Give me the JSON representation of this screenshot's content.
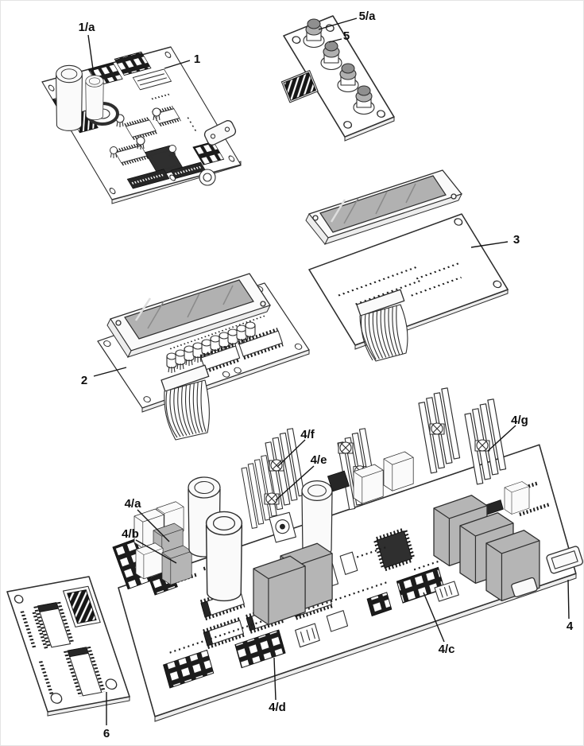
{
  "figure": {
    "type": "exploded-parts-diagram",
    "subject": "printed circuit board assemblies",
    "labels": {
      "l1": "1",
      "l1a": "1/a",
      "l2": "2",
      "l3": "3",
      "l4": "4",
      "l4a": "4/a",
      "l4b": "4/b",
      "l4c": "4/c",
      "l4d": "4/d",
      "l4e": "4/e",
      "l4f": "4/f",
      "l4g": "4/g",
      "l5": "5",
      "l5a": "5/a",
      "l6": "6"
    },
    "colors": {
      "ink": "#2e2e2e",
      "relay_gray": "#b5b5b5",
      "lcd_gray": "#b1b1b1",
      "button_gray": "#9a9a9a",
      "background": "#ffffff"
    }
  }
}
